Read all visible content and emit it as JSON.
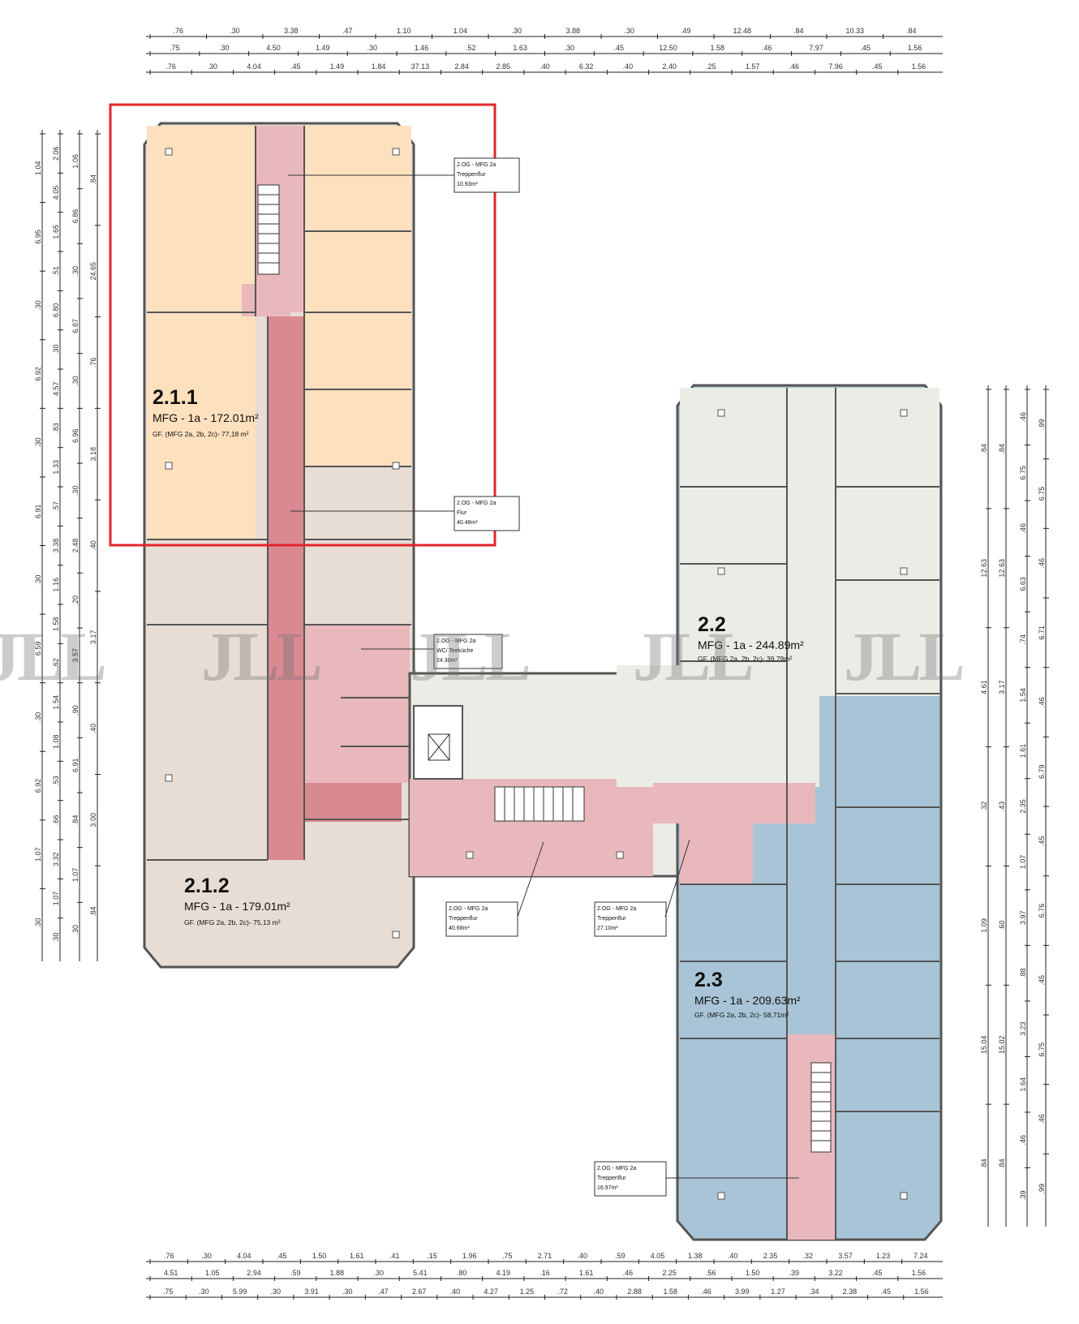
{
  "dimensions": {
    "top": [
      [
        ".76",
        ".30",
        "3.38",
        ".47",
        "1.10",
        "1.04",
        ".30",
        "3.88",
        ".30",
        ".49",
        "12.48",
        ".84",
        "10.33",
        ".84"
      ],
      [
        ".75",
        ".30",
        "4.50",
        "1.49",
        ".30",
        "1.46",
        ".52",
        "1.63",
        ".30",
        ".45",
        "12.50",
        "1.58",
        ".46",
        "7.97",
        ".45",
        "1.56"
      ],
      [
        ".76",
        ".30",
        "4.04",
        ".45",
        "1.49",
        "1.84",
        "37.13",
        "2.84",
        "2.85",
        ".40",
        "6.32",
        ".40",
        "2.40",
        ".25",
        "1.57",
        ".46",
        "7.96",
        ".45",
        "1.56"
      ]
    ],
    "bottom": [
      [
        ".76",
        ".30",
        "4.04",
        ".45",
        "1.50",
        "1.61",
        ".41",
        ".15",
        "1.96",
        ".75",
        "2.71",
        ".40",
        ".59",
        "4.05",
        "1.38",
        ".40",
        "2.35",
        ".32",
        "3.57",
        "1.23",
        "7.24"
      ],
      [
        "4.51",
        "1.05",
        "2.94",
        ".59",
        "1.88",
        ".30",
        "5.41",
        ".80",
        "4.19",
        ".16",
        "1.61",
        ".46",
        "2.25",
        ".56",
        "1.50",
        ".39",
        "3.22",
        ".45",
        "1.56"
      ],
      [
        ".75",
        ".30",
        "5.99",
        ".30",
        "3.91",
        ".30",
        ".47",
        "2.67",
        ".40",
        "4.27",
        "1.25",
        ".72",
        ".40",
        "2.88",
        "1.58",
        ".46",
        "3.99",
        "1.27",
        ".34",
        "2.38",
        ".45",
        "1.56"
      ]
    ],
    "left": [
      [
        "1.04",
        "6.95",
        ".30",
        "6.92",
        ".30",
        "6.91",
        ".30",
        "6.59",
        ".30",
        "6.92",
        "1.07",
        ".30"
      ],
      [
        "2.06",
        "4.05",
        "1.65",
        ".51",
        "6.80",
        ".30",
        "4.57",
        ".83",
        "1.33",
        ".57",
        "3.38",
        "1.16",
        "1.58",
        ".62",
        "1.54",
        "1.08",
        ".53",
        ".66",
        "3.32",
        "1.07",
        ".30"
      ],
      [
        "1.06",
        "6.86",
        ".30",
        "6.87",
        ".30",
        "6.96",
        ".30",
        "2.48",
        ".20",
        "3.57",
        ".90",
        "6.91",
        ".84",
        "1.07",
        ".30"
      ],
      [
        ".84",
        "24.65",
        ".76",
        "3.18",
        ".40",
        "3.17",
        ".40",
        "3.00",
        ".84"
      ]
    ],
    "right": [
      [
        ".84",
        "12.63",
        "4.61",
        ".32",
        "1.09",
        "15.04",
        ".84"
      ],
      [
        ".84",
        "12.63",
        "3.17",
        ".43",
        ".60",
        "15.02",
        ".84"
      ],
      [
        ".46",
        "6.75",
        ".46",
        "6.63",
        ".74",
        "1.54",
        "1.61",
        "2.35",
        "1.07",
        "3.97",
        ".88",
        "3.23",
        "1.64",
        ".46",
        ".39"
      ],
      [
        ".99",
        "6.75",
        ".46",
        "6.71",
        ".46",
        "6.79",
        ".45",
        "6.76",
        ".45",
        "6.75",
        ".46",
        ".99"
      ]
    ]
  },
  "units": {
    "u211": {
      "number": "2.1.1",
      "area": "MFG - 1a - 172.01m²",
      "gf": "GF. (MFG 2a, 2b, 2c)- 77,18 m²"
    },
    "u212": {
      "number": "2.1.2",
      "area": "MFG - 1a - 179.01m²",
      "gf": "GF. (MFG 2a, 2b, 2c)- 75,13 m²"
    },
    "u22": {
      "number": "2.2",
      "area": "MFG - 1a - 244.89m²",
      "gf": "GF. (MFG 2a, 2b, 2c)- 39,79m²"
    },
    "u23": {
      "number": "2.3",
      "area": "MFG - 1a - 209.63m²",
      "gf": "GF. (MFG 2a, 2b, 2c)- 58,71m²"
    }
  },
  "labels": {
    "l1": {
      "line1": "2.OG - MFG 2a",
      "line2": "Treppenflur",
      "line3": "10.93m²"
    },
    "l2": {
      "line1": "2.OG - MFG 2a",
      "line2": "Flur",
      "line3": "40.48m²"
    },
    "l3": {
      "line1": "2.OG - MFG 2a",
      "line2": "WC/ Teeküche",
      "line3": "24.30m²"
    },
    "l4": {
      "line1": "2.OG - MFG 2a",
      "line2": "Treppenflur",
      "line3": "40.68m²"
    },
    "l5": {
      "line1": "2.OG - MFG 2a",
      "line2": "Treppenflur",
      "line3": "27.10m²"
    },
    "l6": {
      "line1": "2.OG - MFG 2a",
      "line2": "Treppenflur",
      "line3": "16.97m²"
    }
  },
  "watermark": "JLL",
  "colors": {
    "orange_unit": "#fde0bd",
    "beige_unit": "#e8ddd5",
    "grey_unit": "#ecece6",
    "blue_unit": "#a8c4d6",
    "corridor_pink": "#e9b8bc",
    "corridor_red": "#d98a91",
    "highlight": "#e3242b",
    "wall": "#555555"
  }
}
